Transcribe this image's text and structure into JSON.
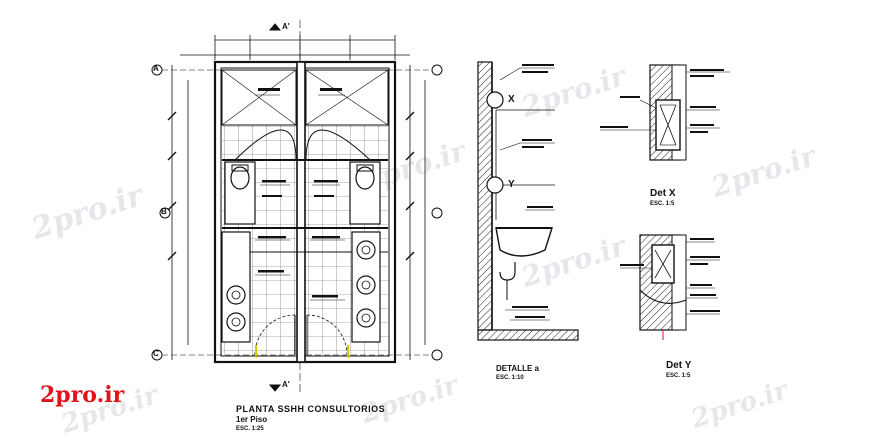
{
  "brand": {
    "logo_text": "2pro.ir",
    "color": "#e0121b"
  },
  "watermarks": [
    "2pro.ir",
    "2pro.ir",
    "2pro.ir",
    "2pro.ir",
    "2pro.ir",
    "2pro.ir",
    "2pro.ir",
    "2pro.ir"
  ],
  "plan": {
    "title": "PLANTA SSHH CONSULTORIOS",
    "floor": "1er Piso",
    "scale": "ESC. 1:25",
    "section_mark_top": "A'",
    "section_mark_bottom": "A'",
    "axis_labels": [
      "A",
      "B",
      "C"
    ]
  },
  "detail_a": {
    "title": "DETALLE a",
    "scale": "ESC. 1:10",
    "marker_x": "X",
    "marker_y": "Y"
  },
  "det_x": {
    "title": "Det X",
    "scale": "ESC. 1:5"
  },
  "det_y": {
    "title": "Det Y",
    "scale": "ESC. 1:5"
  },
  "colors": {
    "line": "#111111",
    "accent": "#e0121b",
    "highlight": "#d8c800"
  }
}
